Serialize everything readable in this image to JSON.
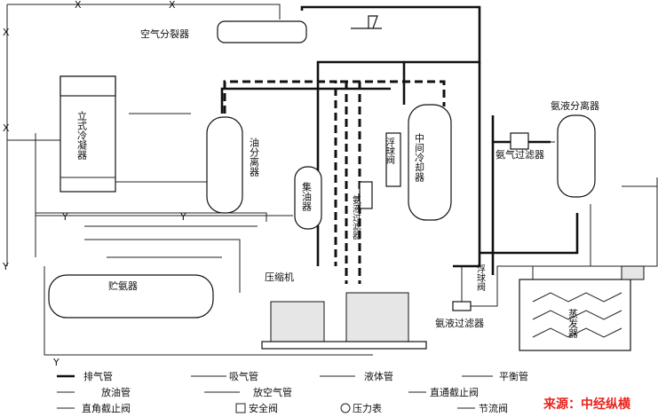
{
  "components": {
    "air_separator": "空气分裂器",
    "vertical_condenser": "立式冷凝器",
    "oil_separator": "油分离器",
    "oil_collector": "集油器",
    "intercooler": "中间冷却器",
    "float_valve": "浮球阀",
    "ammonia_liquid_separator": "氨液分离器",
    "ammonia_gas_filter": "氨气过滤器",
    "receiver": "贮氨器",
    "compressor": "压缩机",
    "ammonia_liquid_filter": "氨液过滤器",
    "evaporator": "蒸发器",
    "liquid_filter_small": "氨液过滤器",
    "float_valve_right": "浮球阀"
  },
  "line_codes": {
    "oil_drain": "Y",
    "air_vent": "X"
  },
  "legend": {
    "discharge_pipe": "排气管",
    "suction_pipe": "吸气管",
    "liquid_pipe": "液体管",
    "balance_pipe": "平衡管",
    "oil_drain_pipe": "放油管",
    "air_vent_pipe": "放空气管",
    "straight_stop_valve": "直通截止阀",
    "angle_stop_valve": "直角截止阀",
    "safety_valve": "安全阀",
    "pressure_gauge": "压力表",
    "throttle_valve": "节流阀"
  },
  "source": "来源：中经纵横"
}
